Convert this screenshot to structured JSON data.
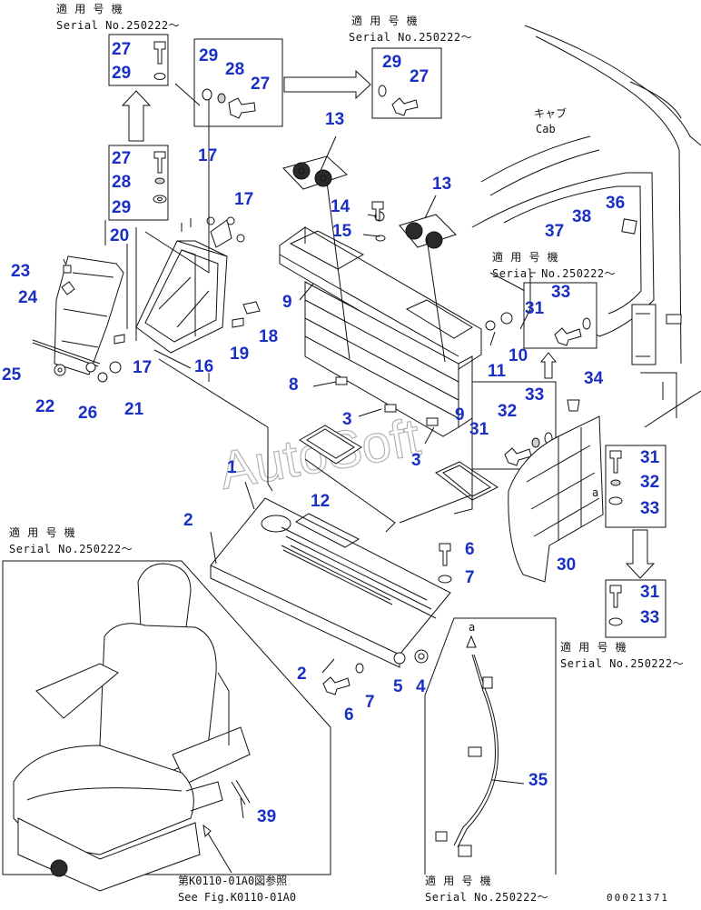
{
  "diagram": {
    "serial_note": {
      "line1": "適 用 号 機",
      "line2": "Serial No.250222～"
    },
    "cab_label": {
      "jp": "キャブ",
      "en": "Cab"
    },
    "reference_note": {
      "jp": "第K0110-01A0図参照",
      "en": "See Fig.K0110-01A0"
    },
    "watermark": "AutoSoft",
    "detail_letter": "a",
    "figure_code": "00021371",
    "part_numbers": {
      "p1": "1",
      "p2": "2",
      "p3": "3",
      "p4": "4",
      "p5": "5",
      "p6": "6",
      "p7": "7",
      "p8": "8",
      "p9": "9",
      "p10": "10",
      "p11": "11",
      "p12": "12",
      "p13": "13",
      "p14": "14",
      "p15": "15",
      "p16": "16",
      "p17": "17",
      "p18": "18",
      "p19": "19",
      "p20": "20",
      "p21": "21",
      "p22": "22",
      "p23": "23",
      "p24": "24",
      "p25": "25",
      "p26": "26",
      "p27": "27",
      "p28": "28",
      "p29": "29",
      "p30": "30",
      "p31": "31",
      "p32": "32",
      "p33": "33",
      "p34": "34",
      "p35": "35",
      "p36": "36",
      "p37": "37",
      "p38": "38",
      "p39": "39"
    }
  }
}
